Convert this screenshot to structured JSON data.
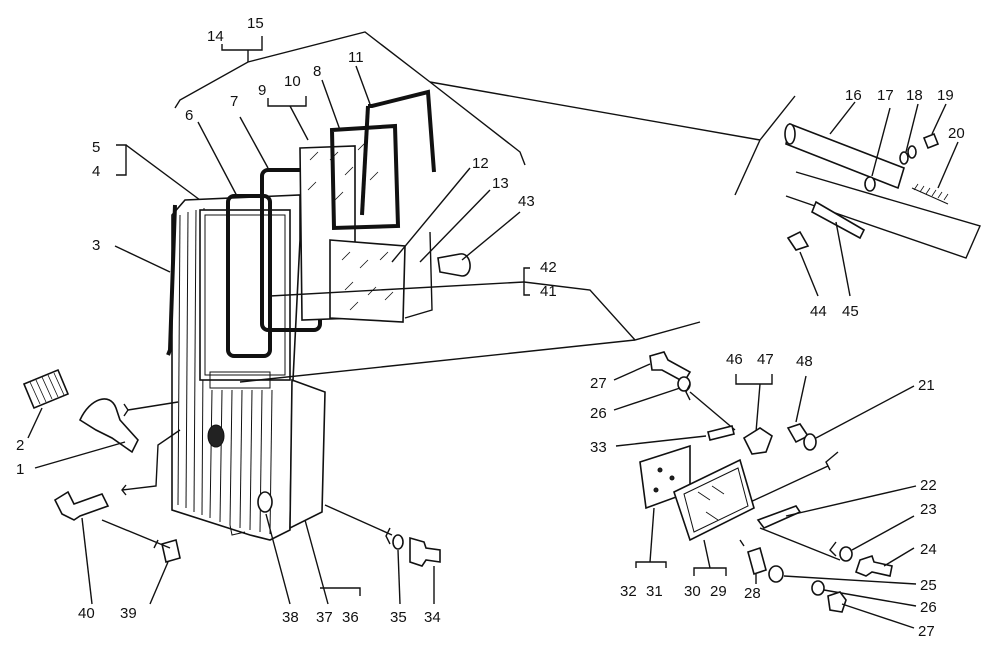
{
  "diagram": {
    "labels": [
      {
        "id": "l14",
        "text": "14"
      },
      {
        "id": "l15",
        "text": "15"
      },
      {
        "id": "l9",
        "text": "9"
      },
      {
        "id": "l10",
        "text": "10"
      },
      {
        "id": "l8",
        "text": "8"
      },
      {
        "id": "l11",
        "text": "11"
      },
      {
        "id": "l7",
        "text": "7"
      },
      {
        "id": "l6",
        "text": "6"
      },
      {
        "id": "l5",
        "text": "5"
      },
      {
        "id": "l4",
        "text": "4"
      },
      {
        "id": "l3",
        "text": "3"
      },
      {
        "id": "l12",
        "text": "12"
      },
      {
        "id": "l13",
        "text": "13"
      },
      {
        "id": "l43",
        "text": "43"
      },
      {
        "id": "l42",
        "text": "42"
      },
      {
        "id": "l41",
        "text": "41"
      },
      {
        "id": "l16",
        "text": "16"
      },
      {
        "id": "l17",
        "text": "17"
      },
      {
        "id": "l18",
        "text": "18"
      },
      {
        "id": "l19",
        "text": "19"
      },
      {
        "id": "l20",
        "text": "20"
      },
      {
        "id": "l44",
        "text": "44"
      },
      {
        "id": "l45",
        "text": "45"
      },
      {
        "id": "l46",
        "text": "46"
      },
      {
        "id": "l47",
        "text": "47"
      },
      {
        "id": "l48",
        "text": "48"
      },
      {
        "id": "l27a",
        "text": "27"
      },
      {
        "id": "l26a",
        "text": "26"
      },
      {
        "id": "l33",
        "text": "33"
      },
      {
        "id": "l21",
        "text": "21"
      },
      {
        "id": "l22",
        "text": "22"
      },
      {
        "id": "l23",
        "text": "23"
      },
      {
        "id": "l24",
        "text": "24"
      },
      {
        "id": "l25",
        "text": "25"
      },
      {
        "id": "l26b",
        "text": "26"
      },
      {
        "id": "l27b",
        "text": "27"
      },
      {
        "id": "l32",
        "text": "32"
      },
      {
        "id": "l31",
        "text": "31"
      },
      {
        "id": "l30",
        "text": "30"
      },
      {
        "id": "l29",
        "text": "29"
      },
      {
        "id": "l28",
        "text": "28"
      },
      {
        "id": "l2",
        "text": "2"
      },
      {
        "id": "l1",
        "text": "1"
      },
      {
        "id": "l40",
        "text": "40"
      },
      {
        "id": "l39",
        "text": "39"
      },
      {
        "id": "l38",
        "text": "38"
      },
      {
        "id": "l37",
        "text": "37"
      },
      {
        "id": "l36",
        "text": "36"
      },
      {
        "id": "l35",
        "text": "35"
      },
      {
        "id": "l34",
        "text": "34"
      }
    ]
  }
}
